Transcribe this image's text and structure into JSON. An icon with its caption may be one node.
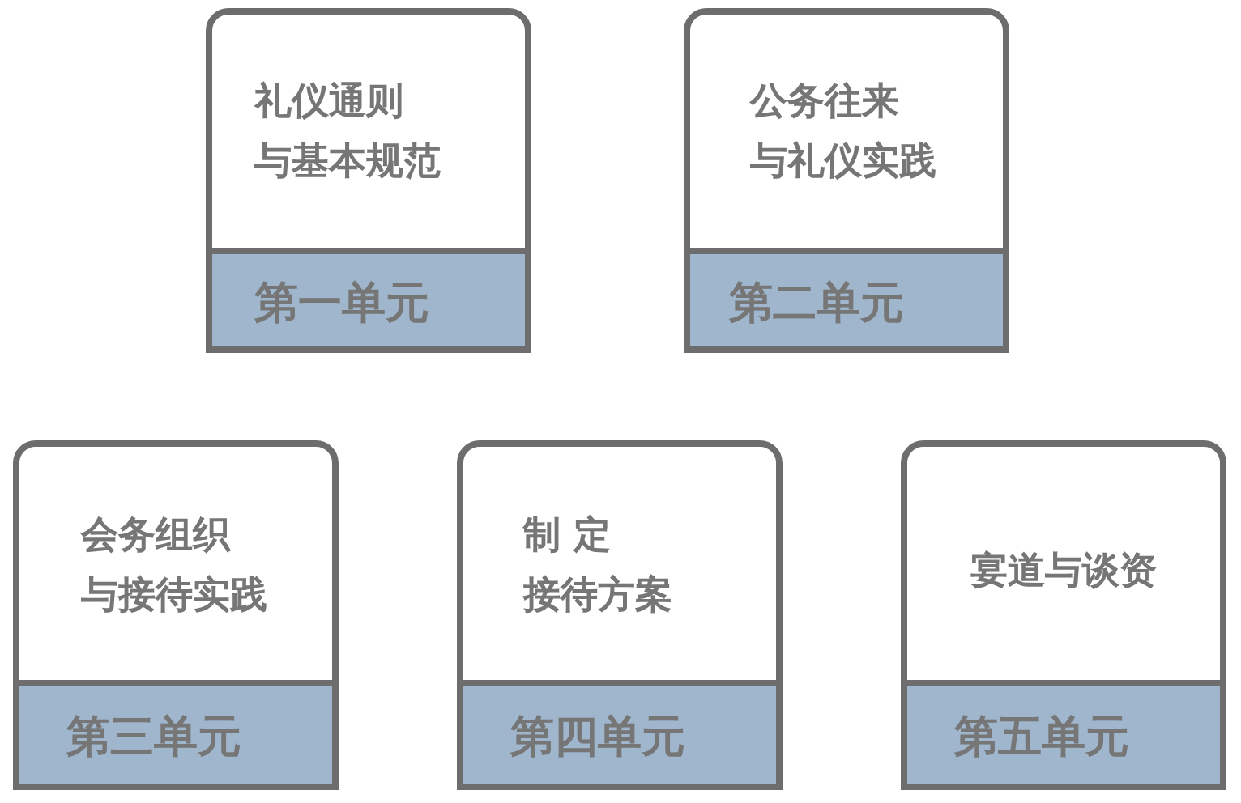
{
  "diagram": {
    "nodes": [
      {
        "text": [
          "礼仪通则",
          "与基本规范"
        ]
      },
      {
        "text": [
          "第一单元"
        ],
        "in": 0
      },
      {
        "text": [
          "公务往来",
          "与礼仪实践"
        ]
      },
      {
        "text": [
          "第二单元"
        ],
        "in": 2
      },
      {
        "text": [
          "会务组织",
          "与接待实践"
        ]
      },
      {
        "text": [
          "第三单元"
        ],
        "in": 4
      },
      {
        "text": [
          "制 定",
          "接待方案"
        ]
      },
      {
        "text": [
          "第四单元"
        ],
        "in": 6
      },
      {
        "text": [
          "宴道与谈资"
        ]
      },
      {
        "text": [
          "第五单元"
        ],
        "in": 8
      }
    ]
  }
}
